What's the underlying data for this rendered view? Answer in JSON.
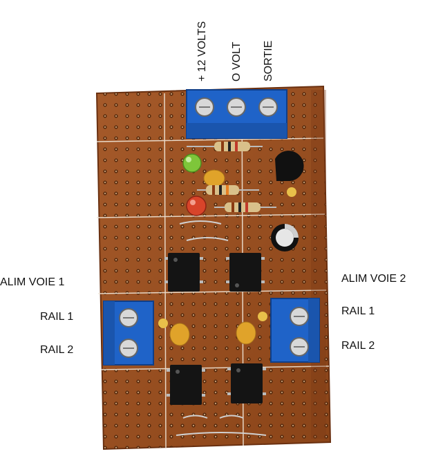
{
  "top_labels": [
    "+ 12 VOLTS",
    "O VOLT",
    "SORTIE"
  ],
  "left_labels": {
    "alim": "ALIM VOIE 1",
    "rail1": "RAIL 1",
    "rail2": "RAIL 2"
  },
  "right_labels": {
    "alim": "ALIM VOIE 2",
    "rail1": "RAIL 1",
    "rail2": "RAIL 2"
  },
  "colors": {
    "board": "#9a4e22",
    "board_edge": "#7a3a16",
    "terminal": "#1f63c8",
    "led_green": "#7ec63a",
    "led_red": "#d8442a",
    "capacitor": "#e0a32a"
  }
}
